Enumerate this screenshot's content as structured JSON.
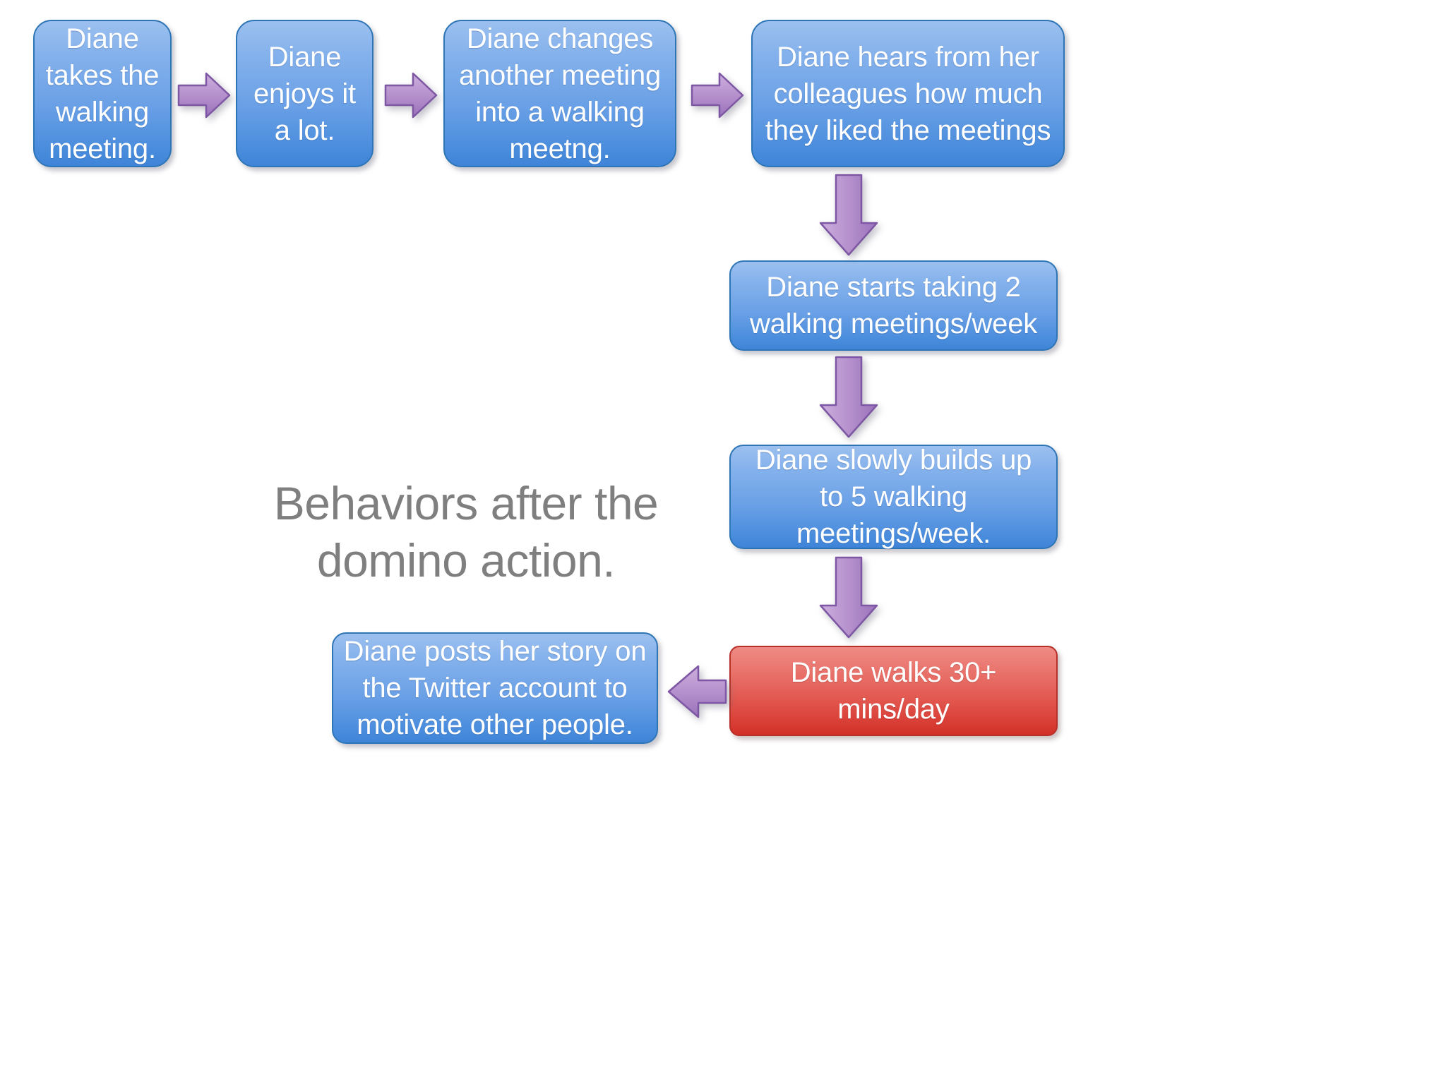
{
  "slide": {
    "title_line1": "Behaviors after the",
    "title_line2": "domino action.",
    "title_color": "#7f7f7f",
    "background_color": "#ffffff"
  },
  "palette": {
    "box_blue_fill_top": "#9cc0ef",
    "box_blue_fill_bottom": "#3f84d8",
    "box_blue_border": "#2e75b6",
    "box_red_fill_top": "#ef8b85",
    "box_red_fill_bottom": "#d22f27",
    "box_red_border": "#b7312a",
    "arrow_fill_light": "#c9a8db",
    "arrow_fill_dark": "#9a72bb",
    "arrow_border": "#7e57a4",
    "box_text_color": "#ffffff"
  },
  "flow": {
    "nodes": [
      {
        "id": "node-1",
        "name": "diane-takes-walking-meeting",
        "text": "Diane takes the walking meeting.",
        "color": "blue",
        "row": "top"
      },
      {
        "id": "node-2",
        "name": "diane-enjoys-it",
        "text": "Diane enjoys it a lot.",
        "color": "blue",
        "row": "top"
      },
      {
        "id": "node-3",
        "name": "diane-changes-another-meeting",
        "text": "Diane changes another meeting into a walking meetng.",
        "color": "blue",
        "row": "top"
      },
      {
        "id": "node-4",
        "name": "diane-hears-from-colleagues",
        "text": "Diane hears from her colleagues how much they liked the meetings",
        "color": "blue",
        "row": "top"
      },
      {
        "id": "node-5",
        "name": "diane-starts-2-walking-meetings",
        "text": "Diane starts taking 2 walking meetings/week",
        "color": "blue",
        "row": "right"
      },
      {
        "id": "node-6",
        "name": "diane-builds-up-to-5",
        "text": "Diane slowly builds up to 5 walking meetings/week.",
        "color": "blue",
        "row": "right"
      },
      {
        "id": "node-7",
        "name": "diane-walks-30-plus-mins",
        "text": "Diane walks 30+ mins/day",
        "color": "red",
        "row": "bottom"
      },
      {
        "id": "node-8",
        "name": "diane-posts-story-twitter",
        "text": "Diane posts her story on the Twitter account to motivate other people.",
        "color": "blue",
        "row": "bottom"
      }
    ],
    "connectors": [
      {
        "id": "arrow-1",
        "name": "arrow-right-node1-node2",
        "direction": "right",
        "from": "node-1",
        "to": "node-2"
      },
      {
        "id": "arrow-2",
        "name": "arrow-right-node2-node3",
        "direction": "right",
        "from": "node-2",
        "to": "node-3"
      },
      {
        "id": "arrow-3",
        "name": "arrow-right-node3-node4",
        "direction": "right",
        "from": "node-3",
        "to": "node-4"
      },
      {
        "id": "arrow-4",
        "name": "arrow-down-node4-node5",
        "direction": "down",
        "from": "node-4",
        "to": "node-5"
      },
      {
        "id": "arrow-5",
        "name": "arrow-down-node5-node6",
        "direction": "down",
        "from": "node-5",
        "to": "node-6"
      },
      {
        "id": "arrow-6",
        "name": "arrow-down-node6-node7",
        "direction": "down",
        "from": "node-6",
        "to": "node-7"
      },
      {
        "id": "arrow-7",
        "name": "arrow-left-node7-node8",
        "direction": "left",
        "from": "node-7",
        "to": "node-8"
      }
    ]
  }
}
